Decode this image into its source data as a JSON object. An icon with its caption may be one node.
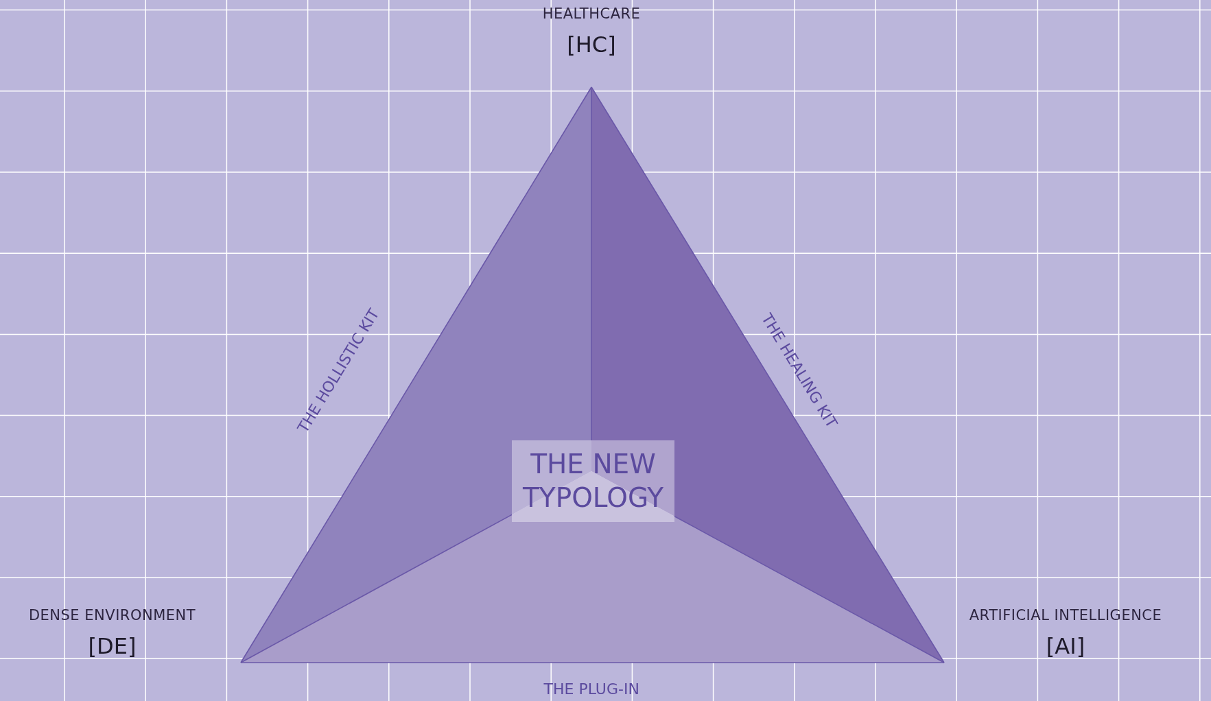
{
  "diagram": {
    "nodes": [
      {
        "text": [
          "HEALTHCARE",
          "[HC]"
        ]
      },
      {
        "text": [
          "DENSE ENVIRONMENT",
          "[DE]"
        ]
      },
      {
        "text": [
          "ARTIFICIAL INTELLIGENCE",
          "[AI]"
        ]
      },
      {
        "text": [
          "THE NEW TYPOLOGY"
        ]
      }
    ],
    "edges": [
      {
        "from": 0,
        "to": 1,
        "arrow": "none",
        "label": "THE HOLLISTIC KIT"
      },
      {
        "from": 0,
        "to": 2,
        "arrow": "none",
        "label": "THE HEALING KIT"
      },
      {
        "from": 1,
        "to": 2,
        "arrow": "none",
        "label": "THE PLUG-IN"
      },
      {
        "from": 0,
        "to": 3,
        "arrow": "none"
      },
      {
        "from": 1,
        "to": 3,
        "arrow": "none"
      },
      {
        "from": 2,
        "to": 3,
        "arrow": "none"
      }
    ]
  }
}
